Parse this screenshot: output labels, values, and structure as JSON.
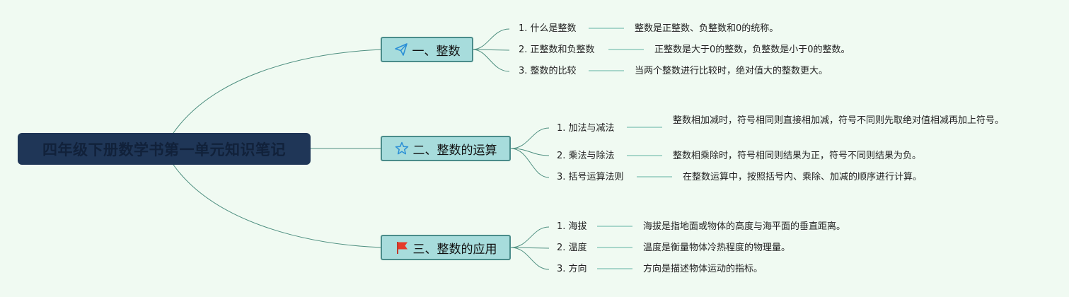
{
  "root": {
    "title": "四年级下册数学书第一单元知识笔记"
  },
  "branches": [
    {
      "title": "一、整数",
      "icon": "paper-plane-icon",
      "items": [
        {
          "label": "1. 什么是整数",
          "desc": "整数是正整数、负整数和0的统称。"
        },
        {
          "label": "2. 正整数和负整数",
          "desc": "正整数是大于0的整数，负整数是小于0的整数。"
        },
        {
          "label": "3. 整数的比较",
          "desc": "当两个整数进行比较时，绝对值大的整数更大。"
        }
      ]
    },
    {
      "title": "二、整数的运算",
      "icon": "star-icon",
      "items": [
        {
          "label": "1. 加法与减法",
          "desc": "整数相加减时，符号相同则直接相加减，符号不同则先取绝对值相减再加上符号。"
        },
        {
          "label": "2. 乘法与除法",
          "desc": "整数相乘除时，符号相同则结果为正，符号不同则结果为负。"
        },
        {
          "label": "3. 括号运算法则",
          "desc": "在整数运算中，按照括号内、乘除、加减的顺序进行计算。"
        }
      ]
    },
    {
      "title": "三、整数的应用",
      "icon": "red-flag-icon",
      "items": [
        {
          "label": "1. 海拔",
          "desc": "海拔是指地面或物体的高度与海平面的垂直距离。"
        },
        {
          "label": "2. 温度",
          "desc": "温度是衡量物体冷热程度的物理量。"
        },
        {
          "label": "3. 方向",
          "desc": "方向是描述物体运动的指标。"
        }
      ]
    }
  ],
  "colors": {
    "background": "#f0faf2",
    "root_fill": "#1f3657",
    "branch_fill": "#a7dcdc",
    "branch_border": "#4a8c8a",
    "connector": "#4e8f80",
    "connector_short": "#8fc9bd"
  }
}
